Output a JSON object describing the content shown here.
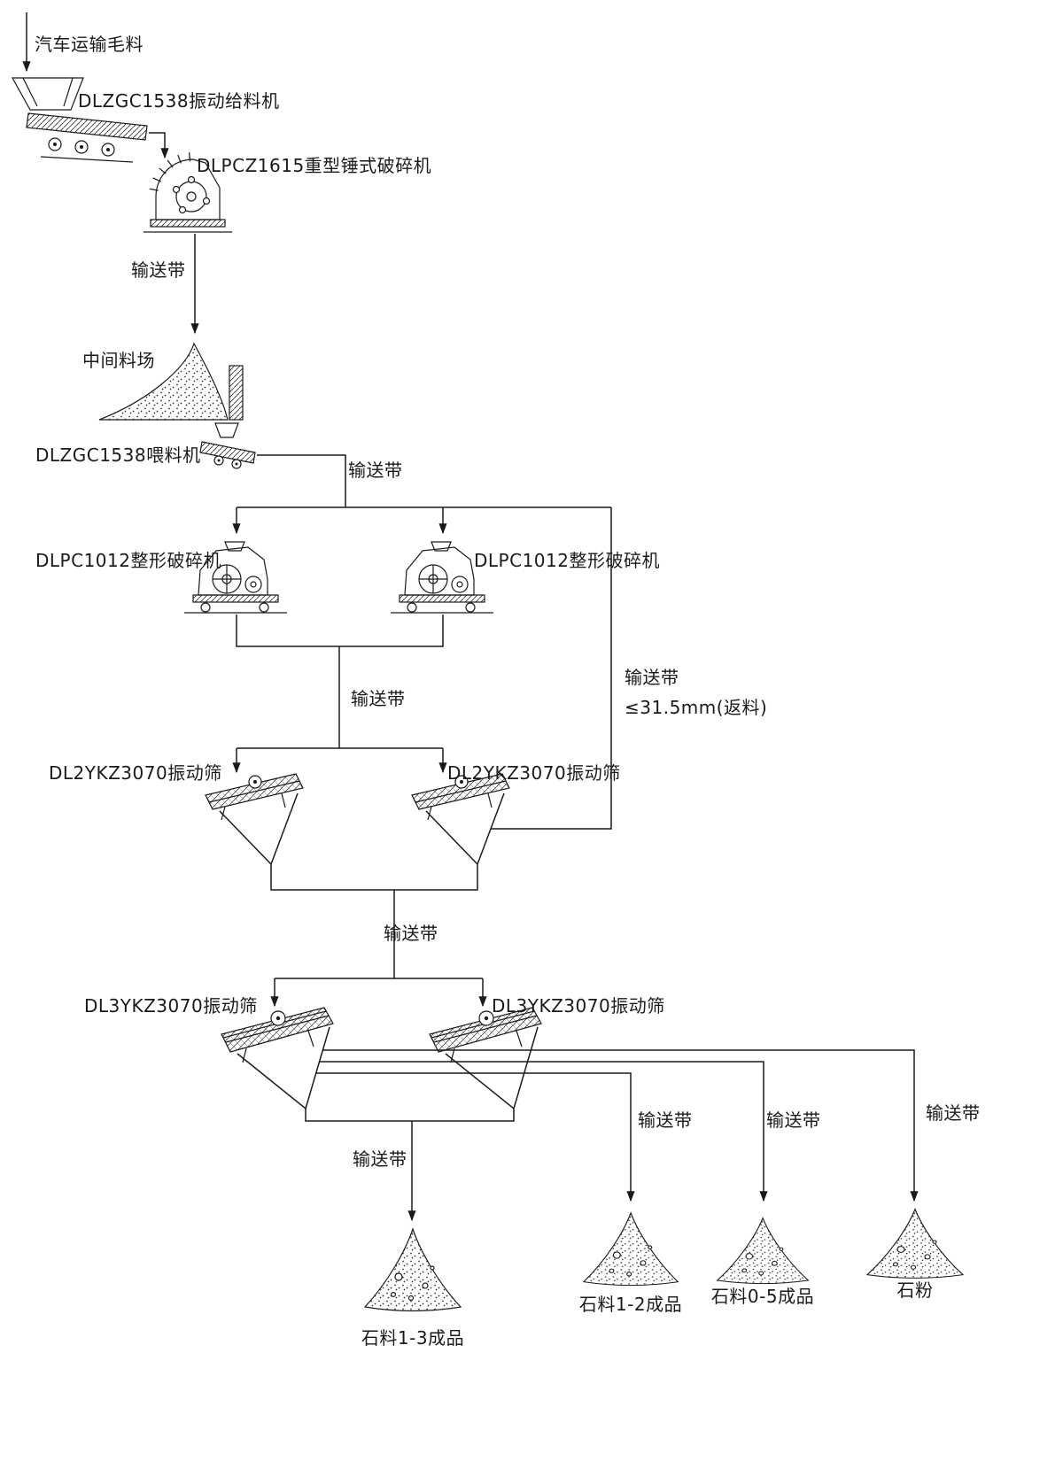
{
  "palette": {
    "ink": "#1a1a1a",
    "paper": "#ffffff"
  },
  "flow": {
    "source": {
      "label": "汽车运输毛料"
    },
    "feeder1": {
      "label": "DLZGC1538振动给料机"
    },
    "crusher1": {
      "label": "DLPCZ1615重型锤式破碎机"
    },
    "conveyor1": {
      "label": "输送带"
    },
    "stockpile": {
      "label": "中间料场"
    },
    "feeder2": {
      "label": "DLZGC1538喂料机"
    },
    "conveyor2": {
      "label": "输送带"
    },
    "crusher2_left": {
      "label": "DLPC1012整形破碎机"
    },
    "crusher2_right": {
      "label": "DLPC1012整形破碎机"
    },
    "conveyor3": {
      "label": "输送带"
    },
    "screen1_left": {
      "label": "DL2YKZ3070振动筛"
    },
    "screen1_right": {
      "label": "DL2YKZ3070振动筛"
    },
    "return_line": {
      "conveyor": "输送带",
      "spec": "≤31.5mm(返料)"
    },
    "conveyor4": {
      "label": "输送带"
    },
    "screen2_left": {
      "label": "DL3YKZ3070振动筛"
    },
    "screen2_right": {
      "label": "DL3YKZ3070振动筛"
    },
    "conveyor5": {
      "label": "输送带"
    },
    "conveyor6": {
      "label": "输送带"
    },
    "conveyor7": {
      "label": "输送带"
    },
    "conveyor8": {
      "label": "输送带"
    },
    "products": {
      "p1_3": "石料1-3成品",
      "p1_2": "石料1-2成品",
      "p0_5": "石料0-5成品",
      "powder": "石粉"
    }
  }
}
